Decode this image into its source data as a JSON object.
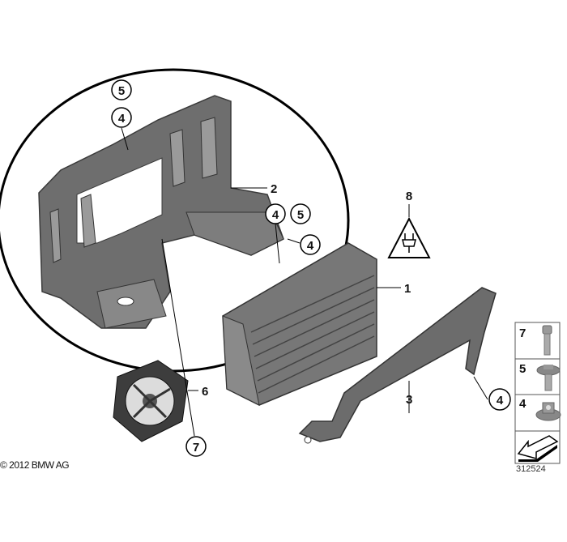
{
  "diagram": {
    "copyright": "© 2012 BMW AG",
    "drawing_number": "312524",
    "callouts": {
      "bracket_top_5": "5",
      "bracket_top_4": "4",
      "bracket": "2",
      "bracket_screw_4": "4",
      "bracket_screw_5": "5",
      "bracket_nut_4": "4",
      "warning": "8",
      "control_unit": "1",
      "holder": "3",
      "holder_nut_4": "4",
      "fan": "6",
      "fan_screw_7": "7"
    },
    "legend": [
      {
        "number": "7",
        "part": "screw-icon"
      },
      {
        "number": "5",
        "part": "flange-bolt-icon"
      },
      {
        "number": "4",
        "part": "flange-nut-icon"
      },
      {
        "number": "",
        "part": "direction-arrow-icon"
      }
    ],
    "colors": {
      "part_fill": "#6f6f6f",
      "part_dark": "#4a4a4a",
      "line": "#111111",
      "label_box": "#f2c27a"
    }
  }
}
